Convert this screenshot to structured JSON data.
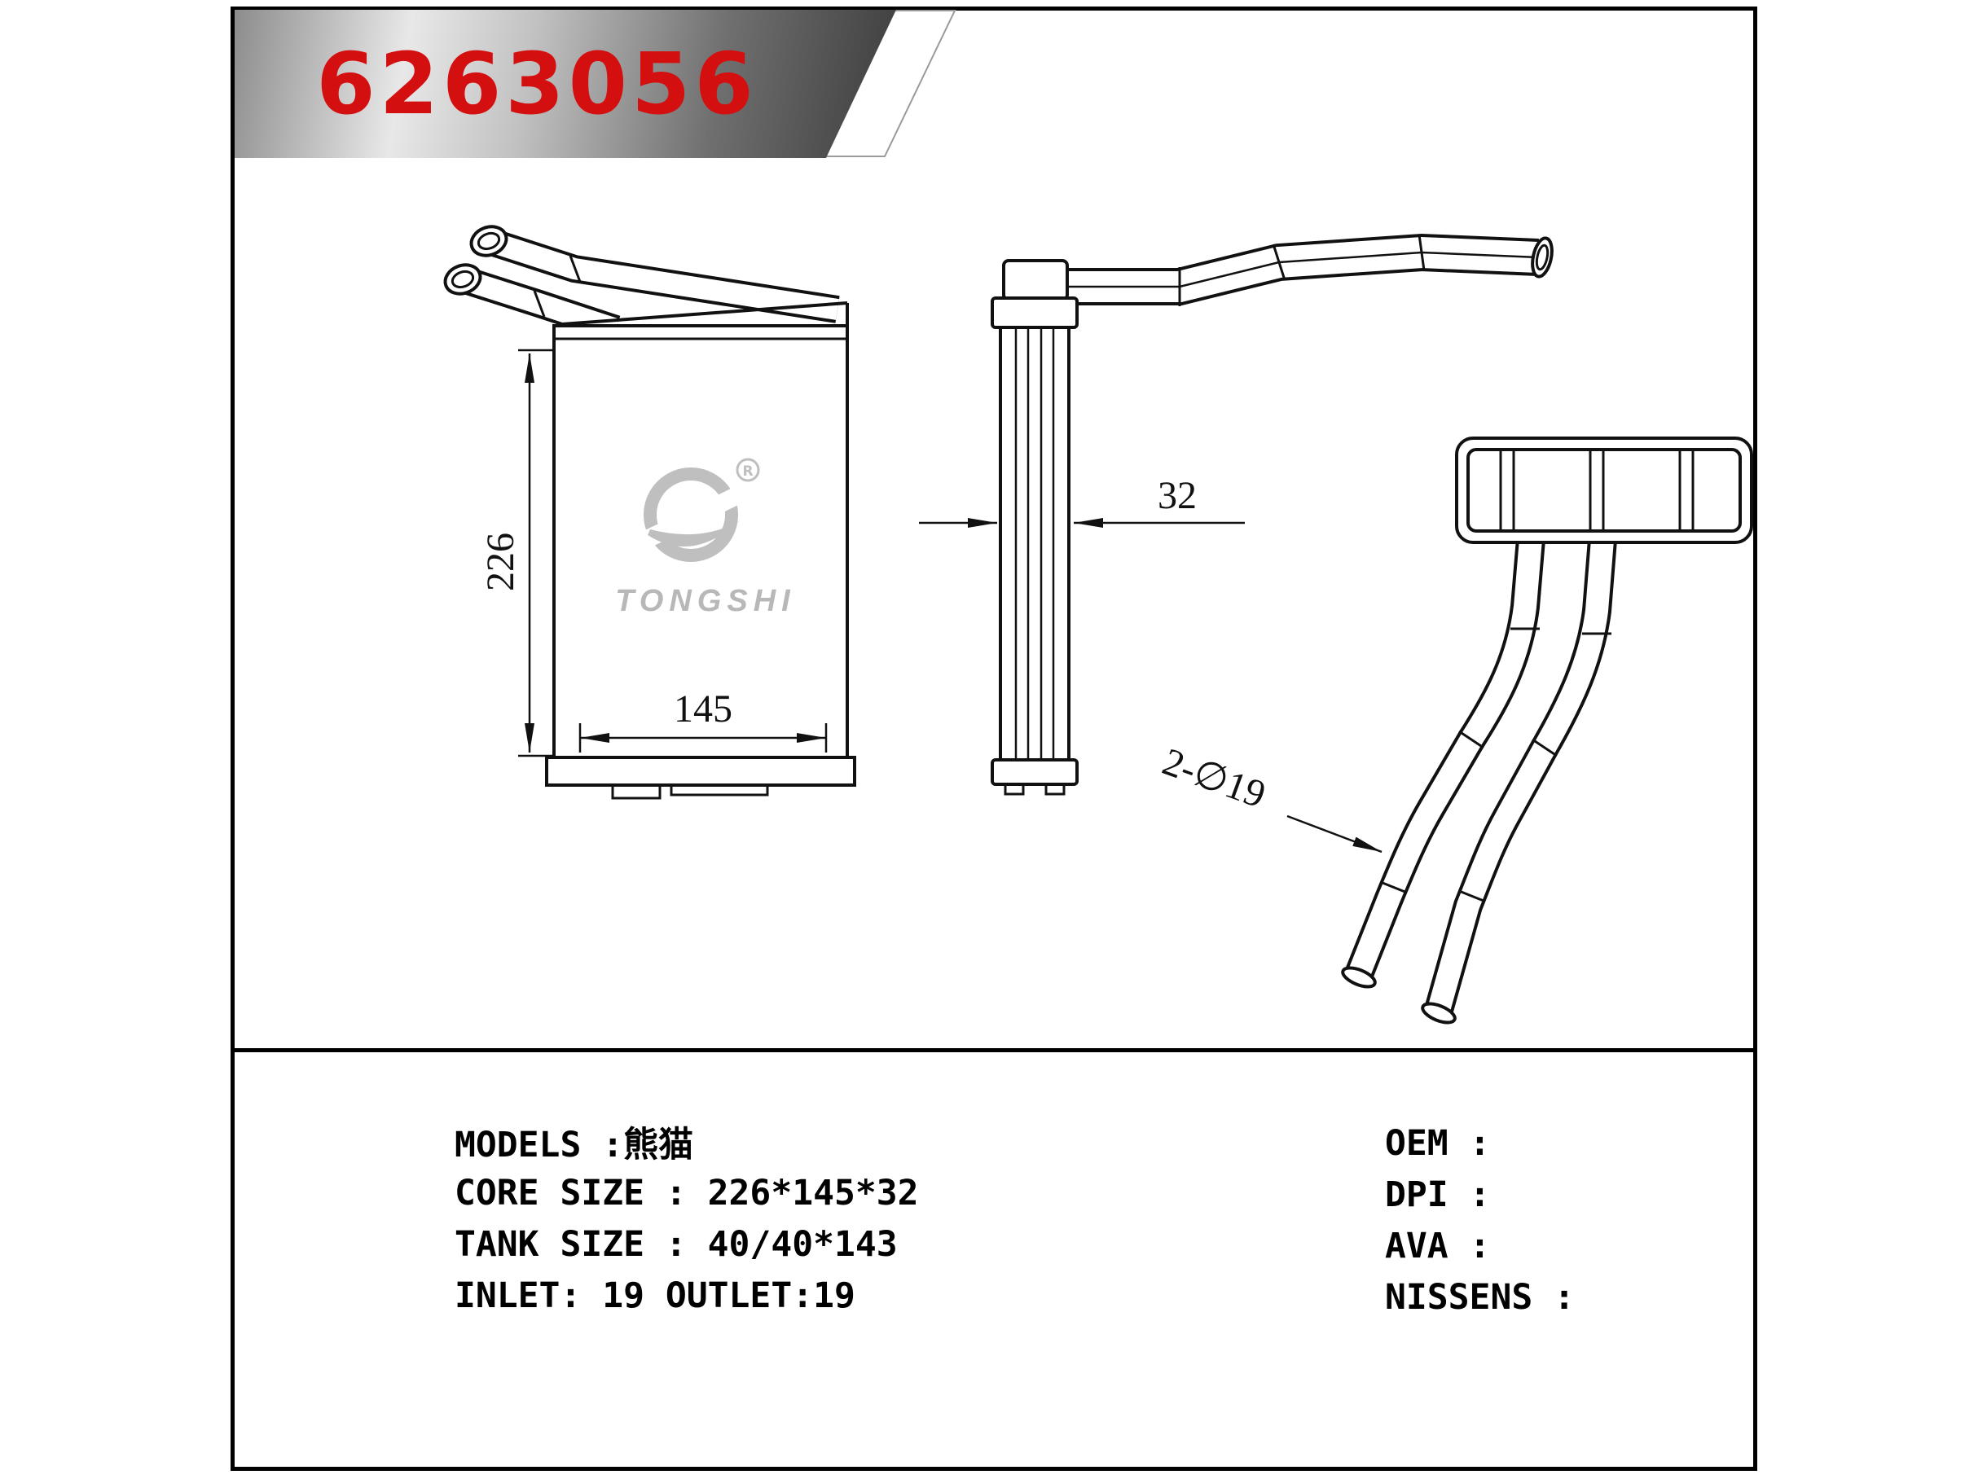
{
  "banner": {
    "part_number": "6263056"
  },
  "logo": {
    "brand": "TONGSHI",
    "registered": "R"
  },
  "dimensions": {
    "front_height": "226",
    "front_width": "145",
    "side_depth": "32",
    "pipe_note": "2-∅19"
  },
  "specs": {
    "left": [
      "MODELS :熊猫",
      "CORE SIZE : 226*145*32",
      "TANK SIZE : 40/40*143",
      "INLET: 19 OUTLET:19"
    ],
    "right": [
      "OEM :",
      "DPI :",
      "AVA :",
      "NISSENS :"
    ]
  },
  "colors": {
    "part_number_red": "#d40f0f",
    "logo_gray": "#b8b8b8",
    "line_black": "#111111"
  }
}
